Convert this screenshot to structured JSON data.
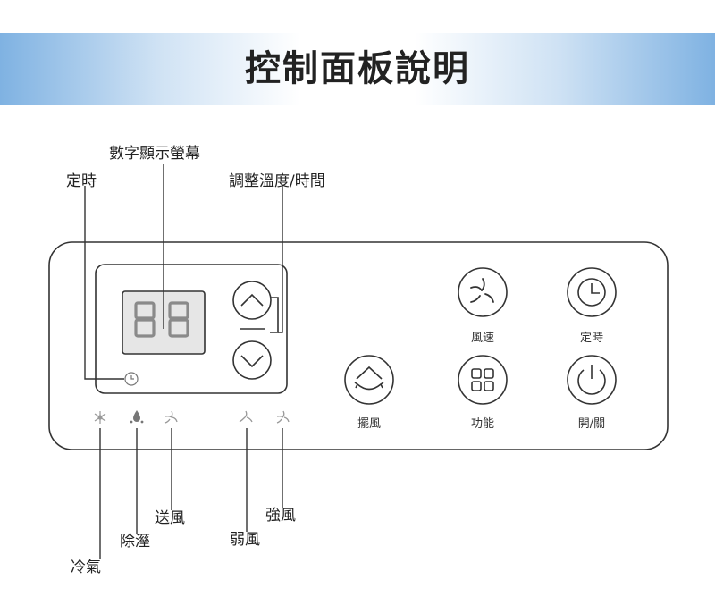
{
  "title": "控制面板說明",
  "callouts": {
    "display": "數字顯示螢幕",
    "timer_indicator": "定時",
    "adjust": "調整溫度/時間",
    "cool": "冷氣",
    "dehumidify": "除溼",
    "fan_only": "送風",
    "fan_low": "弱風",
    "fan_high": "強風"
  },
  "buttons": {
    "fan_speed": "風速",
    "timer": "定時",
    "swing": "擺風",
    "function": "功能",
    "power": "開/關"
  },
  "display_value": "88"
}
